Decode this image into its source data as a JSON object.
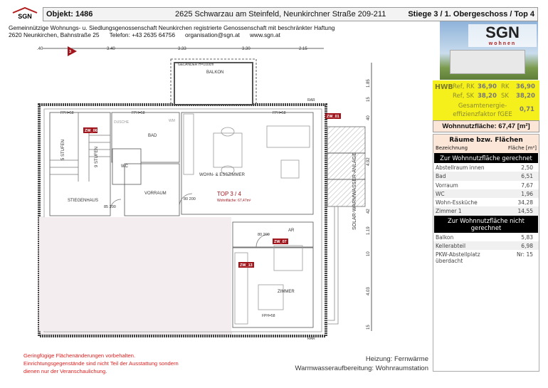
{
  "header": {
    "logo": "SGN",
    "objekt": "Objekt:  1486",
    "address": "2625 Schwarzau am Steinfeld, Neunkirchner Straße 209-211",
    "stiege": "Stiege 3 / 1. Obergeschoss / Top 4"
  },
  "company": {
    "line1": "Gemeinnützige Wohnungs- u. Siedlungsgenossenschaft Neunkirchen registrierte Genossenschaft mit beschränkter Haftung",
    "address": "2620 Neunkirchen, Bahnstraße 25",
    "phone": "Telefon: +43 2635 64756",
    "email": "organisation@sgn.at",
    "web": "www.sgn.at"
  },
  "photo": {
    "logo": "SGN",
    "logo_sub": "wohnen"
  },
  "hwb": {
    "label": "HWB",
    "ref_rk_label": "Ref, RK",
    "ref_rk": "36,90",
    "rk_label": "RK",
    "rk": "36,90",
    "ref_sk_label": "Ref, SK",
    "ref_sk": "38,20",
    "sk_label": "SK",
    "sk": "38,20",
    "fgee_label1": "Gesamtenergie-",
    "fgee_label2": "effizienzfaktor fGEE",
    "fgee": "0,71"
  },
  "wohnnutzflaeche": "Wohnnutzfläche: 67,47 [m²]",
  "rooms": {
    "title": "Räume bzw. Flächen",
    "col1": "Bezeichnung",
    "col2": "Fläche [m²]",
    "section1": "Zur Wohnnutzfläche gerechnet",
    "counted": [
      {
        "name": "Abstellraum innen",
        "value": "2,50"
      },
      {
        "name": "Bad",
        "value": "6,51"
      },
      {
        "name": "Vorraum",
        "value": "7,67"
      },
      {
        "name": "WC",
        "value": "1,96"
      },
      {
        "name": "Wohn-Essküche",
        "value": "34,28"
      },
      {
        "name": "Zimmer 1",
        "value": "14,55"
      }
    ],
    "section2": "Zur Wohnnutzfläche nicht gerechnet",
    "not_counted": [
      {
        "name": "Balkon",
        "value": "5,83"
      },
      {
        "name": "Kellerabteil",
        "value": "6,98"
      },
      {
        "name": "PKW-Abstellplatz überdacht",
        "value": "Nr: 15"
      }
    ]
  },
  "plan": {
    "top_dims": [
      ".40",
      "3.40",
      "3.33",
      "3.30",
      "2.15"
    ],
    "right_dims": [
      "1.85",
      "15",
      "40",
      "4.92",
      "42",
      "1.19",
      "10",
      "4.03",
      "15"
    ],
    "rooms": {
      "balkon": "BALKON",
      "gelaender": "GELÄNDER H=100cm",
      "bad": "BAD",
      "dusche": "DUSCHE",
      "wm": "WM",
      "wc": "WC",
      "vorraum": "VORRAUM",
      "wohn": "WOHN- & ESSZIMMER",
      "stiegenhaus": "STIEGENHAUS",
      "ar": "AR",
      "zimmer": "ZIMMER",
      "solar": "SOLAR-WARMWASSER-ANLAGE",
      "stufen1": "5 STUFEN",
      "stufen2": "9 STUFEN"
    },
    "top_label": "TOP 3 / 4",
    "top_area": "Wohnfläche: 67,47m²",
    "tags": [
      "ZW_06",
      "ZW_01",
      "ZW_07",
      "ZW_13",
      "3"
    ],
    "window": "FPH=58",
    "rar": "RAR",
    "doors": [
      "80\n200",
      "85\n200",
      "80\n200"
    ]
  },
  "notes": [
    "Geringfügige Flächenänderungen vorbehalten.",
    "Einrichtungsgegenstände sind nicht Teil der Ausstattung sondern",
    "dienen nur der Veranschaulichung."
  ],
  "energy": {
    "heating": "Heizung: Fernwärme",
    "water": "Warmwasseraufbereitung: Wohnraumstation"
  },
  "colors": {
    "accent_red": "#a0161c",
    "hwb_yellow": "#f5ef1c",
    "header_pink": "#fbe6d8"
  }
}
